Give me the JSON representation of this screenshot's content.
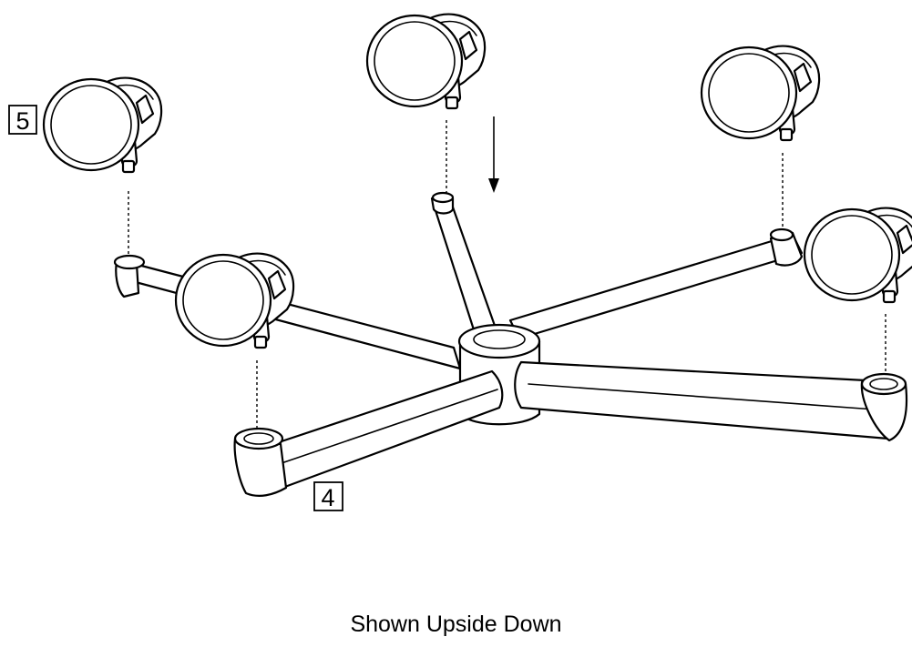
{
  "callouts": {
    "caster": "5",
    "base": "4"
  },
  "caption": "Shown Upside Down",
  "colors": {
    "line": "#000000",
    "background": "#ffffff"
  },
  "icons": {
    "direction": "down-arrow-icon"
  }
}
